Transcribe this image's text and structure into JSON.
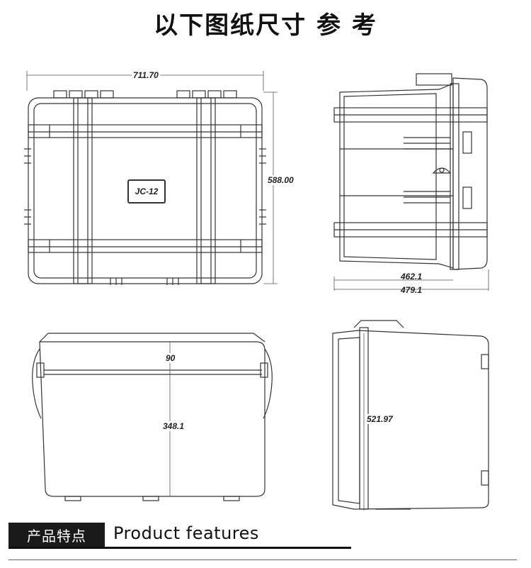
{
  "title": "以下图纸尺寸 参 考",
  "views": {
    "top": {
      "width_label": "711.70",
      "height_label": "588.00",
      "model_label": "JC-12"
    },
    "side": {
      "inner_label": "462.1",
      "outer_label": "479.1"
    },
    "front": {
      "lid_label": "90",
      "body_label": "348.1"
    },
    "end": {
      "height_label": "521.97"
    }
  },
  "footer": {
    "cn_label": "产品特点",
    "en_label": "Product features"
  }
}
